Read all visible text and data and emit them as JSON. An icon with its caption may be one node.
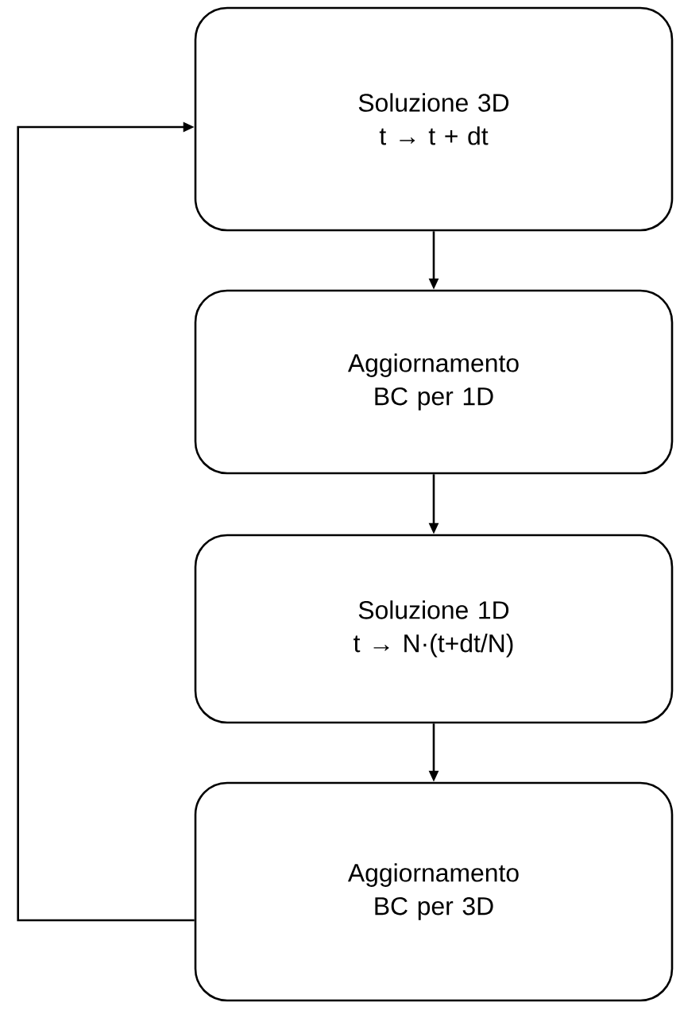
{
  "diagram": {
    "nodes": [
      {
        "text": [
          "Soluzione 3D",
          "t → t + dt"
        ]
      },
      {
        "text": [
          "Aggiornamento BC per 1D"
        ]
      },
      {
        "text": [
          "Soluzione 1D",
          "t → N·(t+dt/N)"
        ]
      },
      {
        "text": [
          "Aggiornamento BC per 3D"
        ]
      }
    ],
    "edges": [
      {
        "from": 0,
        "to": 1,
        "arrow": "to"
      },
      {
        "from": 1,
        "to": 2,
        "arrow": "to"
      },
      {
        "from": 2,
        "to": 3,
        "arrow": "to"
      },
      {
        "from": 3,
        "to": 0,
        "arrow": "to"
      }
    ]
  }
}
